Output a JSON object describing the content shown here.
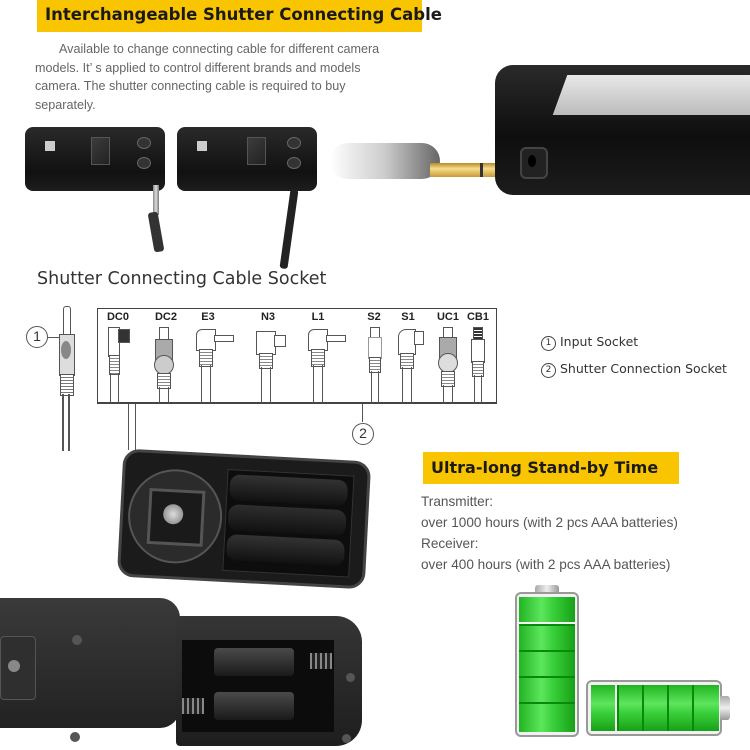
{
  "section1": {
    "title": "Interchangeable Shutter Connecting Cable",
    "description_lines": [
      "Available to change connecting cable for different camera",
      "models. It’ s applied to control different brands and models",
      "camera. The shutter connecting cable is required to buy",
      "separately."
    ]
  },
  "section2": {
    "title": "Shutter Connecting Cable Socket",
    "connectors": [
      "DC0",
      "DC2",
      "E3",
      "N3",
      "L1",
      "S2",
      "S1",
      "UC1",
      "CB1"
    ],
    "markers": {
      "one": "1",
      "two": "2"
    },
    "legend": [
      {
        "num": "1",
        "label": "Input Socket"
      },
      {
        "num": "2",
        "label": "Shutter Connection Socket"
      }
    ]
  },
  "section3": {
    "title": "Ultra-long Stand-by Time",
    "lines": [
      "Transmitter:",
      "over 1000 hours (with 2 pcs AAA batteries)",
      "Receiver:",
      "over 400 hours (with 2 pcs AAA batteries)"
    ]
  },
  "colors": {
    "banner": "#f9c400",
    "battery_green": "#3bd03b",
    "device": "#1a1a1a"
  }
}
